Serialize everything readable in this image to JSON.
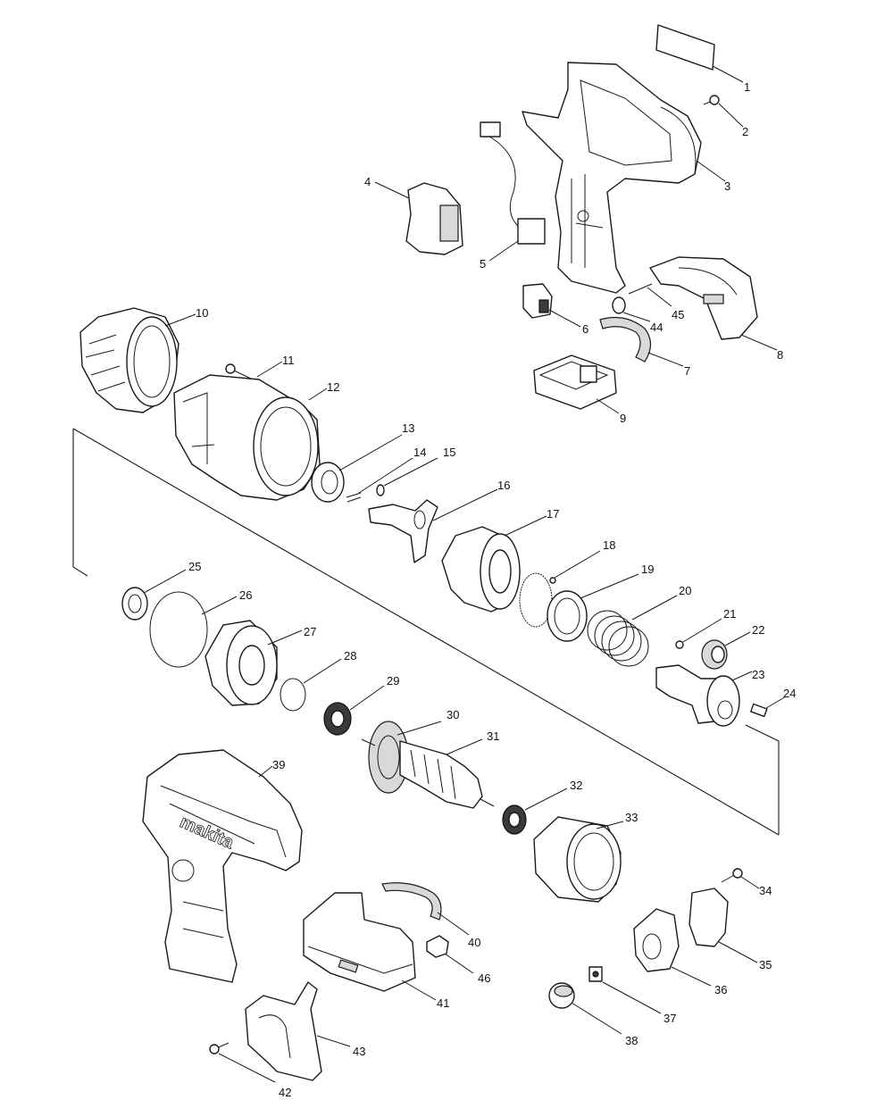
{
  "callouts": {
    "c1": "1",
    "c2": "2",
    "c3": "3",
    "c4": "4",
    "c5": "5",
    "c6": "6",
    "c7": "7",
    "c8": "8",
    "c9": "9",
    "c10": "10",
    "c11": "11",
    "c12": "12",
    "c13": "13",
    "c14": "14",
    "c15": "15",
    "c16": "16",
    "c17": "17",
    "c18": "18",
    "c19": "19",
    "c20": "20",
    "c21": "21",
    "c22": "22",
    "c23": "23",
    "c24": "24",
    "c25": "25",
    "c26": "26",
    "c27": "27",
    "c28": "28",
    "c29": "29",
    "c30": "30",
    "c31": "31",
    "c32": "32",
    "c33": "33",
    "c34": "34",
    "c35": "35",
    "c36": "36",
    "c37": "37",
    "c38": "38",
    "c39": "39",
    "c40": "40",
    "c41": "41",
    "c42": "42",
    "c43": "43",
    "c44": "44",
    "c45": "45",
    "c46": "46"
  },
  "logo_text": "makita"
}
